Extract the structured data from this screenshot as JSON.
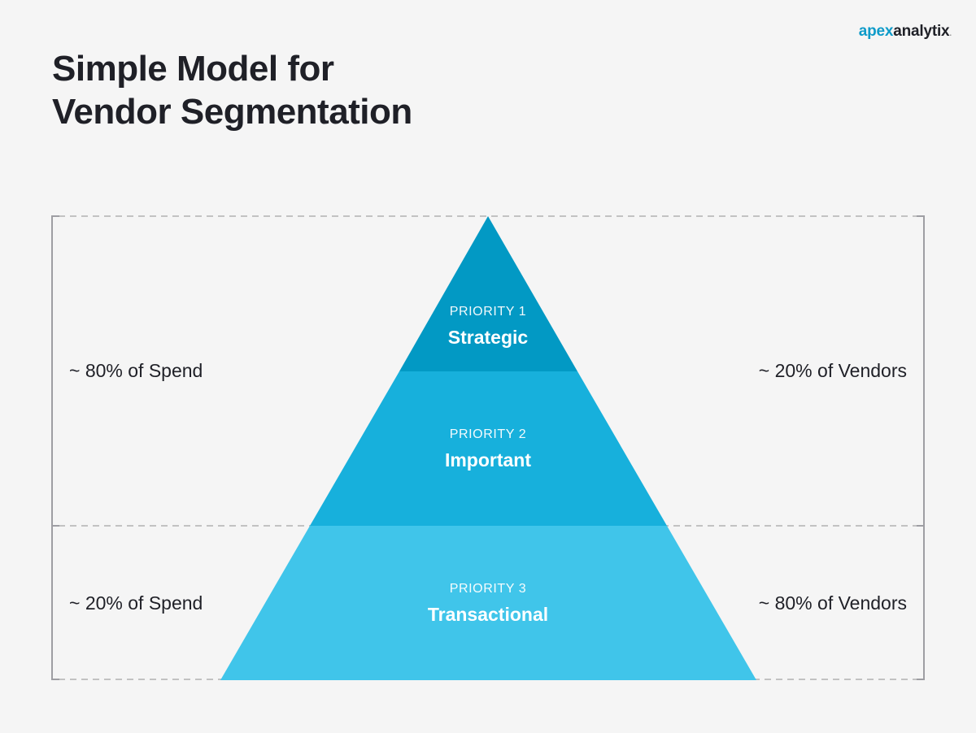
{
  "brand": {
    "part1": "apex",
    "part2": "analytix",
    "suffix": ".",
    "color_primary": "#0e9bc9"
  },
  "title": {
    "line1": "Simple Model for",
    "line2": "Vendor Segmentation"
  },
  "pyramid": {
    "tiers": [
      {
        "priority": "PRIORITY 1",
        "name": "Strategic",
        "color": "#0299c4"
      },
      {
        "priority": "PRIORITY 2",
        "name": "Important",
        "color": "#17b0dc"
      },
      {
        "priority": "PRIORITY 3",
        "name": "Transactional",
        "color": "#40c5ea"
      }
    ]
  },
  "labels": {
    "top_left": "~ 80% of Spend",
    "top_right": "~ 20% of Vendors",
    "bottom_left": "~ 20% of Spend",
    "bottom_right": "~ 80% of Vendors"
  },
  "colors": {
    "background": "#f5f5f5",
    "frame_line": "#9e9ea3",
    "dashed_line": "#c2c2c2",
    "text": "#1f2027"
  }
}
